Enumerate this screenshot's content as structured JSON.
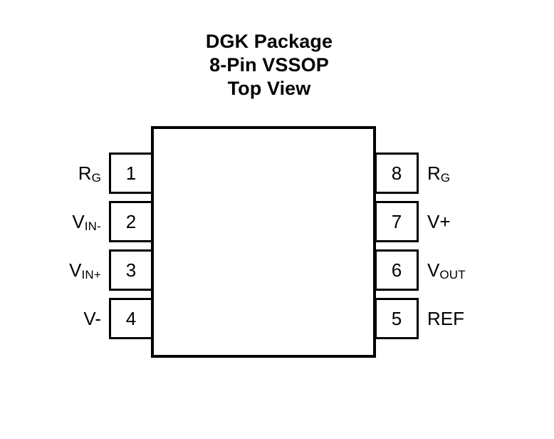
{
  "title": {
    "line1": "DGK Package",
    "line2": "8-Pin VSSOP",
    "line3": "Top View"
  },
  "package": {
    "name": "DGK",
    "pin_count": 8,
    "body_fill": "#ffffff",
    "outline_color": "#000000",
    "background": "#ffffff"
  },
  "pins": {
    "left": [
      {
        "number": "1",
        "base": "R",
        "sub": "G",
        "full": "RG"
      },
      {
        "number": "2",
        "base": "V",
        "sub": "IN-",
        "full": "VIN-"
      },
      {
        "number": "3",
        "base": "V",
        "sub": "IN+",
        "full": "VIN+"
      },
      {
        "number": "4",
        "base": "V-",
        "sub": "",
        "full": "V-"
      }
    ],
    "right": [
      {
        "number": "8",
        "base": "R",
        "sub": "G",
        "full": "RG"
      },
      {
        "number": "7",
        "base": "V+",
        "sub": "",
        "full": "V+"
      },
      {
        "number": "6",
        "base": "V",
        "sub": "OUT",
        "full": "VOUT"
      },
      {
        "number": "5",
        "base": "REF",
        "sub": "",
        "full": "REF"
      }
    ]
  }
}
